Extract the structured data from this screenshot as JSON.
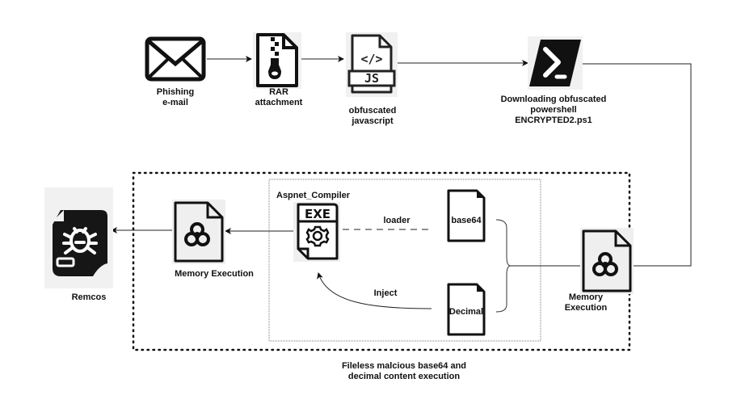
{
  "diagram": {
    "nodes": {
      "phishing": {
        "label_line1": "Phishing",
        "label_line2": "e-mail",
        "icon": "envelope-icon"
      },
      "rar": {
        "label_line1": "RAR",
        "label_line2": "attachment",
        "icon": "zip-file-icon"
      },
      "js": {
        "label_line1": "obfuscated",
        "label_line2": "javascript",
        "icon": "javascript-file-icon",
        "icon_text": "JS",
        "code_glyph": "</>"
      },
      "powershell": {
        "label_line1": "Downloading obfuscated",
        "label_line2": "powershell",
        "label_line3": "ENCRYPTED2.ps1",
        "icon": "powershell-icon"
      },
      "memory_right": {
        "label_line1": "Memory",
        "label_line2": "Execution",
        "icon": "biohazard-file-icon"
      },
      "aspnet": {
        "label": "Aspnet_Compiler",
        "icon": "exe-gear-icon",
        "icon_text": "EXE"
      },
      "base64": {
        "label": "base64",
        "icon": "file-icon"
      },
      "decimal": {
        "label": "Decimal",
        "icon": "file-icon"
      },
      "memory_left": {
        "label": "Memory Execution",
        "icon": "biohazard-file-icon"
      },
      "remcos": {
        "label": "Remcos",
        "icon": "malware-bug-file-icon"
      }
    },
    "edges": {
      "loader": "loader",
      "inject": "Inject"
    },
    "group_caption": {
      "line1": "Fileless malcious base64 and",
      "line2": "decimal content execution"
    }
  }
}
